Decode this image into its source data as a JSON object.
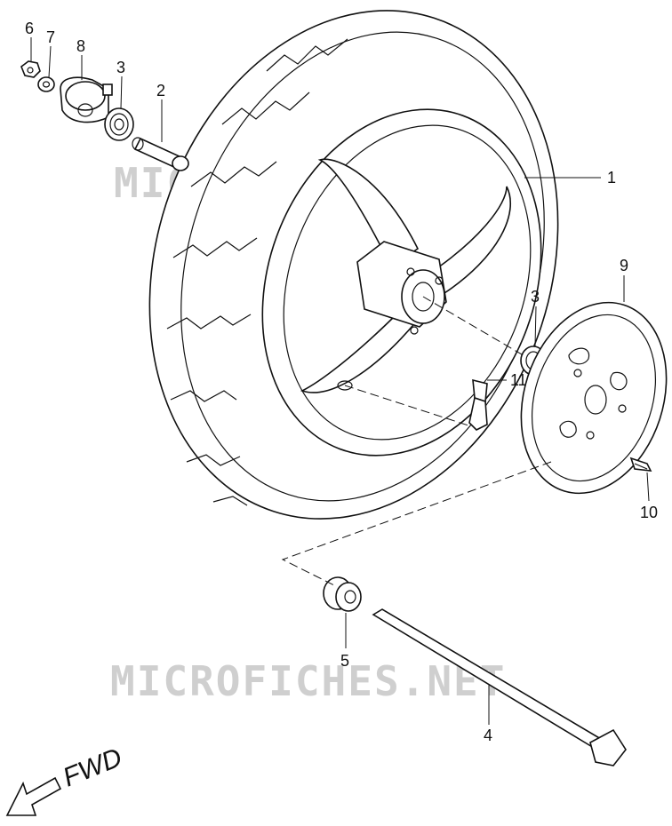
{
  "watermark": {
    "text": "MICROFICHES.NET",
    "color": "#cfcfcf"
  },
  "fwd_label": "FWD",
  "parts": [
    {
      "id": "p1",
      "label": "1",
      "icon": "tire-wheel-icon"
    },
    {
      "id": "p2",
      "label": "2",
      "icon": "spacer-sleeve-icon"
    },
    {
      "id": "p3a",
      "label": "3",
      "icon": "bearing-icon"
    },
    {
      "id": "p3b",
      "label": "3",
      "icon": "bearing-icon"
    },
    {
      "id": "p4",
      "label": "4",
      "icon": "axle-bolt-icon"
    },
    {
      "id": "p5",
      "label": "5",
      "icon": "bushing-icon"
    },
    {
      "id": "p6",
      "label": "6",
      "icon": "nut-icon"
    },
    {
      "id": "p7",
      "label": "7",
      "icon": "washer-icon"
    },
    {
      "id": "p8",
      "label": "8",
      "icon": "speedo-drive-icon"
    },
    {
      "id": "p9",
      "label": "9",
      "icon": "brake-disc-icon"
    },
    {
      "id": "p10",
      "label": "10",
      "icon": "screw-icon"
    },
    {
      "id": "p11",
      "label": "11",
      "icon": "valve-stem-icon"
    }
  ]
}
